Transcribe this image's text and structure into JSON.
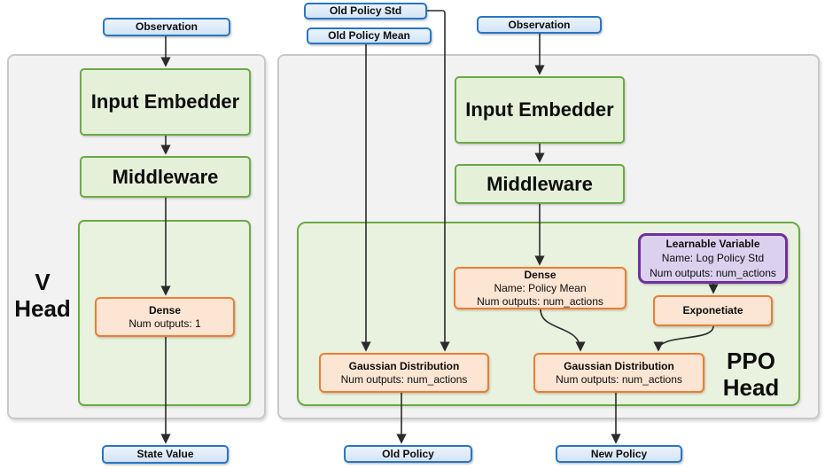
{
  "v_head": {
    "label_line1": "V",
    "label_line2": "Head",
    "observation": "Observation",
    "input_embedder": "Input Embedder",
    "middleware": "Middleware",
    "dense_title": "Dense",
    "dense_outputs": "Num outputs: 1",
    "state_value": "State Value"
  },
  "ppo_head": {
    "label_line1": "PPO",
    "label_line2": "Head",
    "old_policy_std": "Old Policy Std",
    "old_policy_mean": "Old Policy Mean",
    "observation": "Observation",
    "input_embedder": "Input Embedder",
    "middleware": "Middleware",
    "dense_title": "Dense",
    "dense_name": "Name: Policy Mean",
    "dense_outputs": "Num outputs: num_actions",
    "learnable_title": "Learnable Variable",
    "learnable_name": "Name: Log Policy Std",
    "learnable_outputs": "Num outputs: num_actions",
    "exponetiate": "Exponetiate",
    "gaussian_old_title": "Gaussian Distribution",
    "gaussian_old_outputs": "Num outputs: num_actions",
    "gaussian_new_title": "Gaussian Distribution",
    "gaussian_new_outputs": "Num outputs: num_actions",
    "old_policy": "Old Policy",
    "new_policy": "New Policy"
  },
  "colors": {
    "blue_border": "#2776c6",
    "blue_fill": "#d9e8f7",
    "green_border": "#6aaa46",
    "green_fill": "#e4f0d8",
    "orange_border": "#ed7d31",
    "orange_fill": "#fce5d3",
    "purple_border": "#7030a0",
    "purple_fill": "#dbd1ee",
    "gray_fill": "#f2f2f2",
    "arrow": "#2b2b2b"
  }
}
